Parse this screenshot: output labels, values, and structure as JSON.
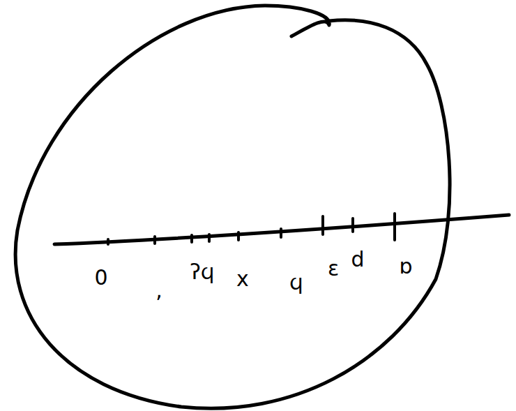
{
  "diagram": {
    "labels": [
      "0",
      ",",
      "ʔϥ",
      "x",
      "ϥ",
      "ɛ",
      "d",
      "ɒ"
    ]
  }
}
